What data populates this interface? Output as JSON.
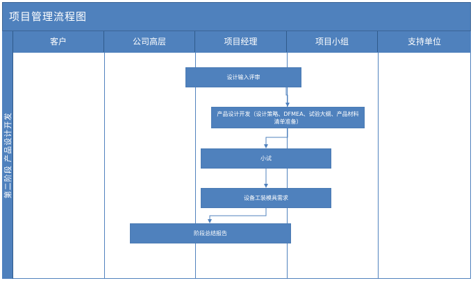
{
  "title": "项目管理流程图",
  "phase": {
    "label": "第二阶段 产品设计开发"
  },
  "lanes": [
    {
      "label": "客户"
    },
    {
      "label": "公司高层"
    },
    {
      "label": "项目经理"
    },
    {
      "label": "项目小组"
    },
    {
      "label": "支持单位"
    }
  ],
  "steps": [
    {
      "label": "设计输入评审"
    },
    {
      "label": "产品设计开发（设计策略、DFMEA、试验大纲、产品材料清单准备）"
    },
    {
      "label": "小试"
    },
    {
      "label": "设备工装模具需求"
    },
    {
      "label": "阶段总结报告"
    }
  ],
  "colors": {
    "header_fill": "#4f81bd",
    "box_fill": "#4f81bd",
    "line": "#4f81bd",
    "text_light": "#ffffff"
  }
}
